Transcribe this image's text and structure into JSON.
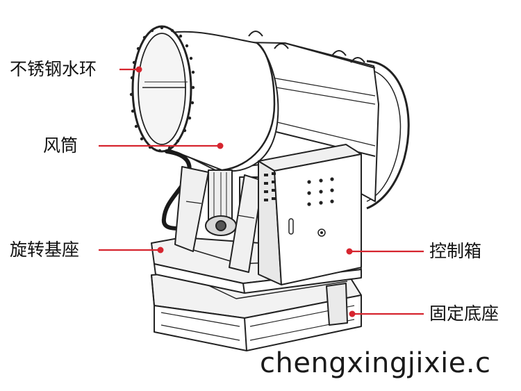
{
  "labels": {
    "steel_ring": "不锈钢水环",
    "air_duct": "风筒",
    "rotating_base": "旋转基座",
    "control_box": "控制箱",
    "fixed_base": "固定底座"
  },
  "watermark": "chengxingjixie.c",
  "colors": {
    "leader": "#d6252f",
    "outline": "#222222",
    "fill": "#ffffff",
    "shade": "#e6e6e6"
  }
}
